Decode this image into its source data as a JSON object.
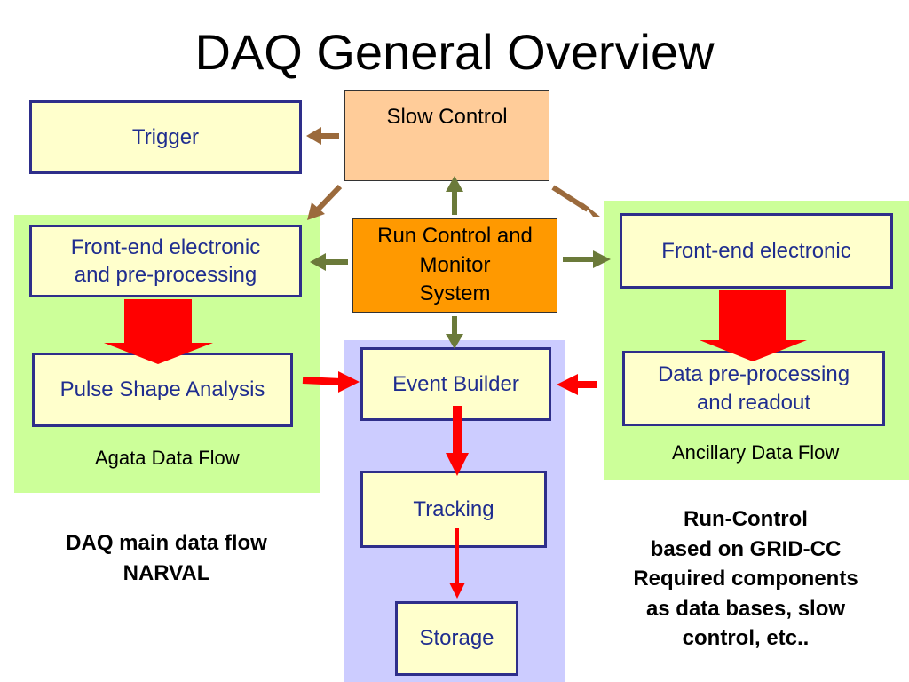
{
  "title": "DAQ General Overview",
  "regions": {
    "agata": {
      "label": "Agata Data Flow"
    },
    "ancillary": {
      "label": "Ancillary Data Flow"
    }
  },
  "boxes": {
    "trigger": "Trigger",
    "slow_control": "Slow Control",
    "run_control": [
      "Run Control and",
      "Monitor",
      "System"
    ],
    "frontend_left": [
      "Front-end electronic",
      "and pre-processing"
    ],
    "pulse_shape": "Pulse Shape Analysis",
    "event_builder": "Event Builder",
    "frontend_right": "Front-end electronic",
    "data_preprocessing": [
      "Data pre-processing",
      "and readout"
    ],
    "tracking": "Tracking",
    "storage": "Storage"
  },
  "notes": {
    "daq_main": [
      "DAQ main data flow",
      "NARVAL"
    ],
    "run_control_note": [
      "Run-Control",
      "based on GRID-CC",
      "Required components",
      "as data bases, slow",
      "control, etc.."
    ]
  },
  "colors": {
    "control_arrow_olive": "#6b7a3a",
    "control_arrow_brown": "#9b6a3c",
    "data_arrow_red": "#ff0000",
    "region_green": "#ccff99",
    "region_blue": "#ccccff",
    "box_fill": "#ffffcc",
    "box_border": "#2e2e8a",
    "slow_control_fill": "#ffcc99",
    "run_control_fill": "#ff9900"
  }
}
